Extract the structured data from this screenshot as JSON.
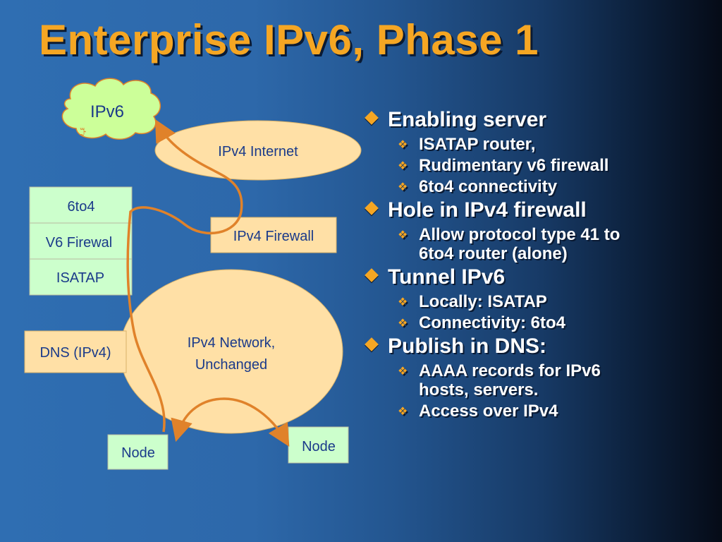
{
  "title": "Enterprise IPv6, Phase 1",
  "colors": {
    "accent": "#f5a623",
    "box_green": "#ccffcc",
    "box_peach": "#ffe0a6",
    "text_blue": "#1a3a8a",
    "arrow": "#e0822a"
  },
  "diagram": {
    "cloud_label": "IPv6",
    "internet_label": "IPv4 Internet",
    "stack": [
      "6to4",
      "V6 Firewal",
      "ISATAP"
    ],
    "ipv4_firewall_label": "IPv4 Firewall",
    "dns_label": "DNS (IPv4)",
    "network_label": [
      "IPv4 Network,",
      "Unchanged"
    ],
    "node_left_label": "Node",
    "node_right_label": "Node"
  },
  "bullets": [
    {
      "text": "Enabling server",
      "items": [
        "ISATAP router,",
        "Rudimentary v6 firewall",
        "6to4 connectivity"
      ]
    },
    {
      "text": "Hole in IPv4 firewall",
      "items": [
        "Allow protocol type 41 to 6to4 router (alone)"
      ]
    },
    {
      "text": "Tunnel IPv6",
      "items": [
        "Locally: ISATAP",
        "Connectivity: 6to4"
      ]
    },
    {
      "text": "Publish in DNS:",
      "items": [
        "AAAA records for IPv6 hosts, servers.",
        "Access over IPv4"
      ]
    }
  ]
}
